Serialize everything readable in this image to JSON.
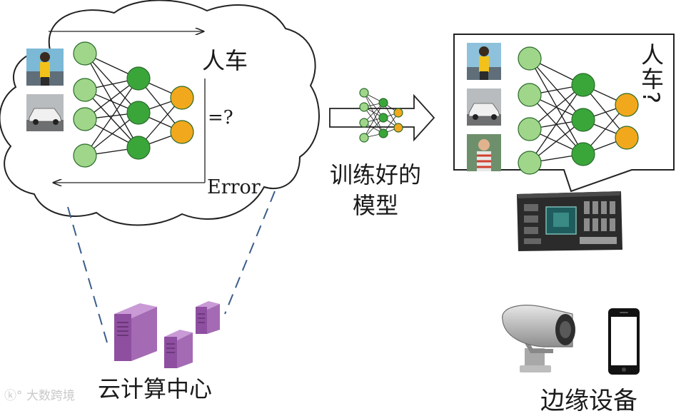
{
  "cloud": {
    "output_label": "人车",
    "compare_label": "=?",
    "error_label": "Error",
    "caption": "云计算中心"
  },
  "transfer": {
    "line1": "训练好的",
    "line2": "模型"
  },
  "edge": {
    "output_label": "人车?",
    "caption": "边缘设备"
  },
  "watermark": "大数跨境",
  "colors": {
    "node_light": "#9fd68a",
    "node_dark": "#3aa63a",
    "node_output": "#f2a81d",
    "server": "#a46bb4",
    "dash": "#3a5e8c"
  },
  "icons": [
    "person-photo",
    "car-photo",
    "cloud-shape",
    "server-icon",
    "gpu-board-icon",
    "security-camera-icon",
    "smartphone-icon"
  ]
}
